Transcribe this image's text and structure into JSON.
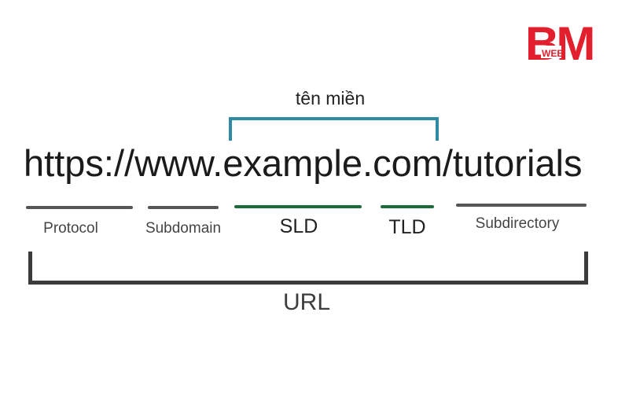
{
  "logo": {
    "text_main": "BM",
    "text_sub": "WEB",
    "color": "#e31e2d"
  },
  "domain_label": "tên miền",
  "url": "https://www.example.com/tutorials",
  "segments": [
    {
      "label": "Protocol",
      "color": "#555555"
    },
    {
      "label": "Subdomain",
      "color": "#555555"
    },
    {
      "label": "SLD",
      "color": "#1e6b3a"
    },
    {
      "label": "TLD",
      "color": "#1e6b3a"
    },
    {
      "label": "Subdirectory",
      "color": "#555555"
    }
  ],
  "url_label": "URL",
  "colors": {
    "bracket_top": "#2f8aa3",
    "bracket_bottom": "#3b3b3b"
  }
}
